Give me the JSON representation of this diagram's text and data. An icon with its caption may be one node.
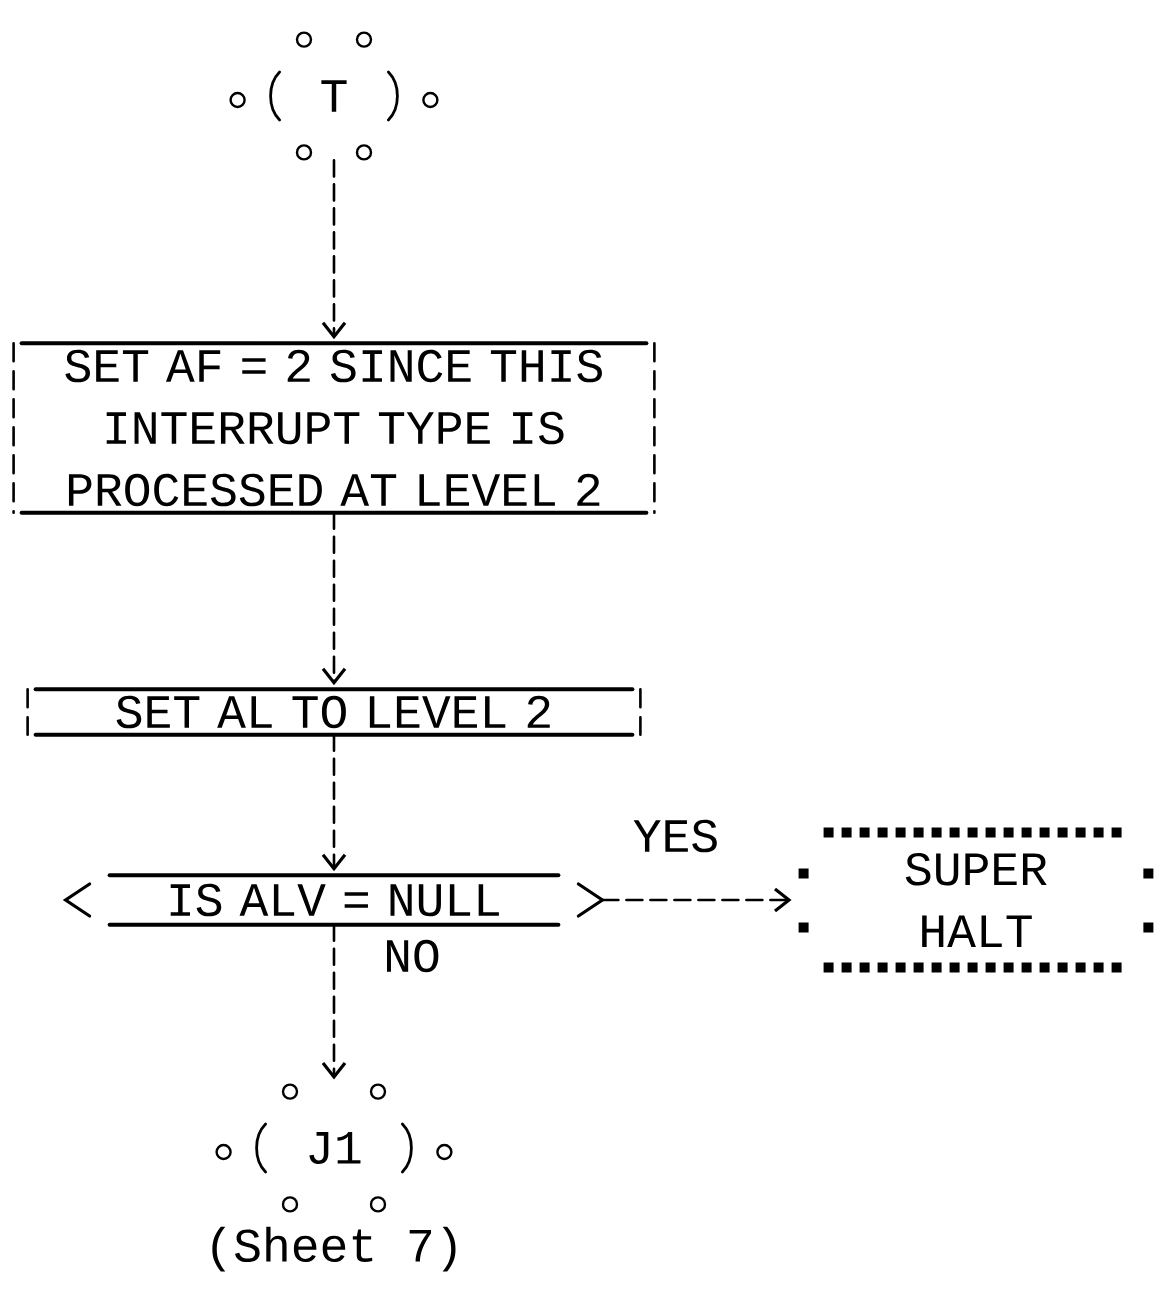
{
  "diagram": {
    "nodes": [
      {
        "text": [
          "T"
        ]
      },
      {
        "text": [
          "SET AF = 2 SINCE THIS INTERRUPT TYPE IS PROCESSED AT LEVEL 2"
        ]
      },
      {
        "text": [
          "SET AL TO LEVEL 2"
        ]
      },
      {
        "text": [
          "IS ALV = NULL"
        ]
      },
      {
        "text": [
          "SUPER HALT"
        ]
      },
      {
        "text": [
          "J1"
        ],
        "beside": [
          "(Sheet 7)"
        ]
      }
    ],
    "edges": [
      {
        "from": 0,
        "to": 1,
        "arrow": "to"
      },
      {
        "from": 1,
        "to": 2,
        "arrow": "to"
      },
      {
        "from": 2,
        "to": 3,
        "arrow": "to"
      },
      {
        "from": 3,
        "to": 4,
        "arrow": "to",
        "label": "YES"
      },
      {
        "from": 3,
        "to": 5,
        "arrow": "to",
        "label": "NO"
      }
    ]
  }
}
